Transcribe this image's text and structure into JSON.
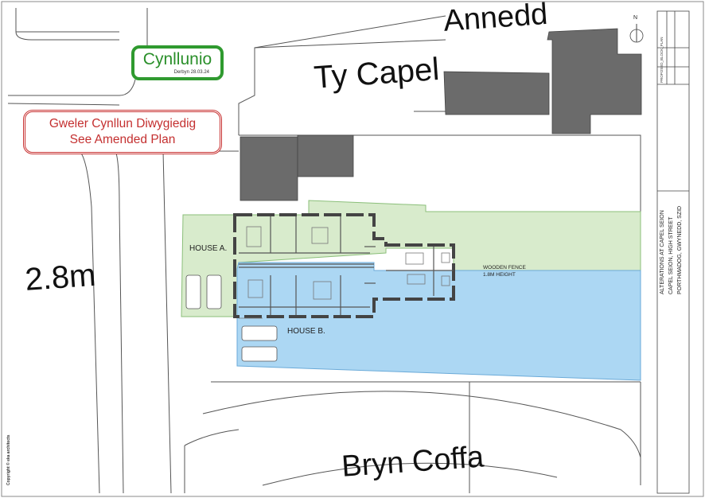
{
  "labels": {
    "annedd": "Annedd",
    "ty_capel": "Ty Capel",
    "bryn_coffa": "Bryn Coffa",
    "height": "2.8m",
    "house_a": "HOUSE A.",
    "house_b": "HOUSE B.",
    "fence_line1": "WOODEN FENCE",
    "fence_line2": "1.8M HEIGHT",
    "north": "N"
  },
  "stamps": {
    "approved_main": "Cynllunio",
    "approved_date": "Derbyn 28.03.24",
    "amended_line1": "Gweler Cynllun Diwygiedig",
    "amended_line2": "See Amended Plan"
  },
  "title_block": {
    "drawing_title": "PROPOSED_BLOCK_PLAN",
    "project_line1": "ALTERATIONS AT CAPEL SEION",
    "project_line2": "CAPEL SEION, HIGH STREET",
    "project_line3": "PORTHMADOG, GWYNEDD, SZID"
  },
  "copyright": "Copyright © eka architects",
  "colors": {
    "house_a_zone": "#d8ebcc",
    "house_b_zone": "#acd7f3",
    "building": "#6b6b6b",
    "approved": "#2f9a2f",
    "amended": "#c83232"
  }
}
